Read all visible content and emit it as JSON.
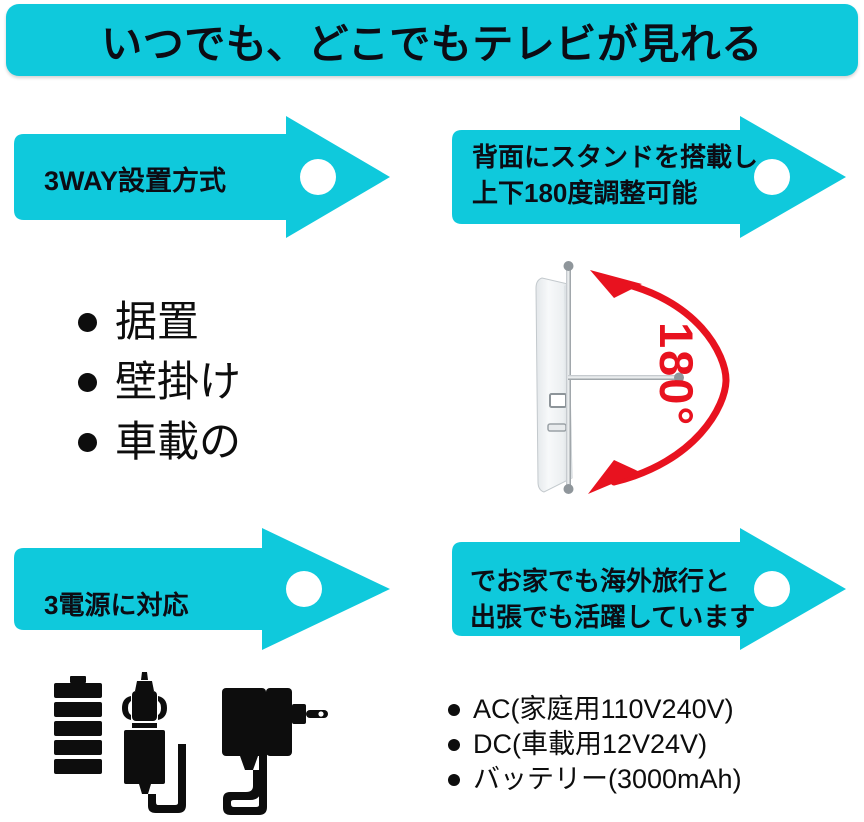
{
  "header": {
    "title": "いつでも、どこでもテレビが見れる",
    "bg_color": "#0fc9dc"
  },
  "banners": {
    "install_method": {
      "label": "3WAY設置方式",
      "icon": "arrow-right-banner"
    },
    "stand": {
      "line1": "背面にスタンドを搭載し",
      "line2": "上下180度調整可能",
      "icon": "arrow-right-banner"
    },
    "power": {
      "label": "3電源に対応",
      "icon": "arrow-right-banner"
    },
    "use_cases": {
      "line1": "でお家でも海外旅行と",
      "line2": "出張でも活躍しています",
      "icon": "arrow-right-banner"
    }
  },
  "install_list": {
    "items": [
      {
        "label": "据置"
      },
      {
        "label": "壁掛け"
      },
      {
        "label": "車載の"
      }
    ]
  },
  "spec_list": {
    "items": [
      {
        "label": "AC(家庭用110V240V)"
      },
      {
        "label": "DC(車載用12V24V)"
      },
      {
        "label": "バッテリー(3000mAh)"
      }
    ]
  },
  "power_icons": [
    {
      "name": "battery-icon"
    },
    {
      "name": "car-charger-icon"
    },
    {
      "name": "ac-adapter-icon"
    }
  ],
  "tv_figure": {
    "angle_label": "180°",
    "arc_color": "#e8121f",
    "device": "portable-tv-side-view",
    "parts": [
      "telescopic-antenna",
      "kickstand-rod",
      "usb-port",
      "card-slot"
    ]
  }
}
